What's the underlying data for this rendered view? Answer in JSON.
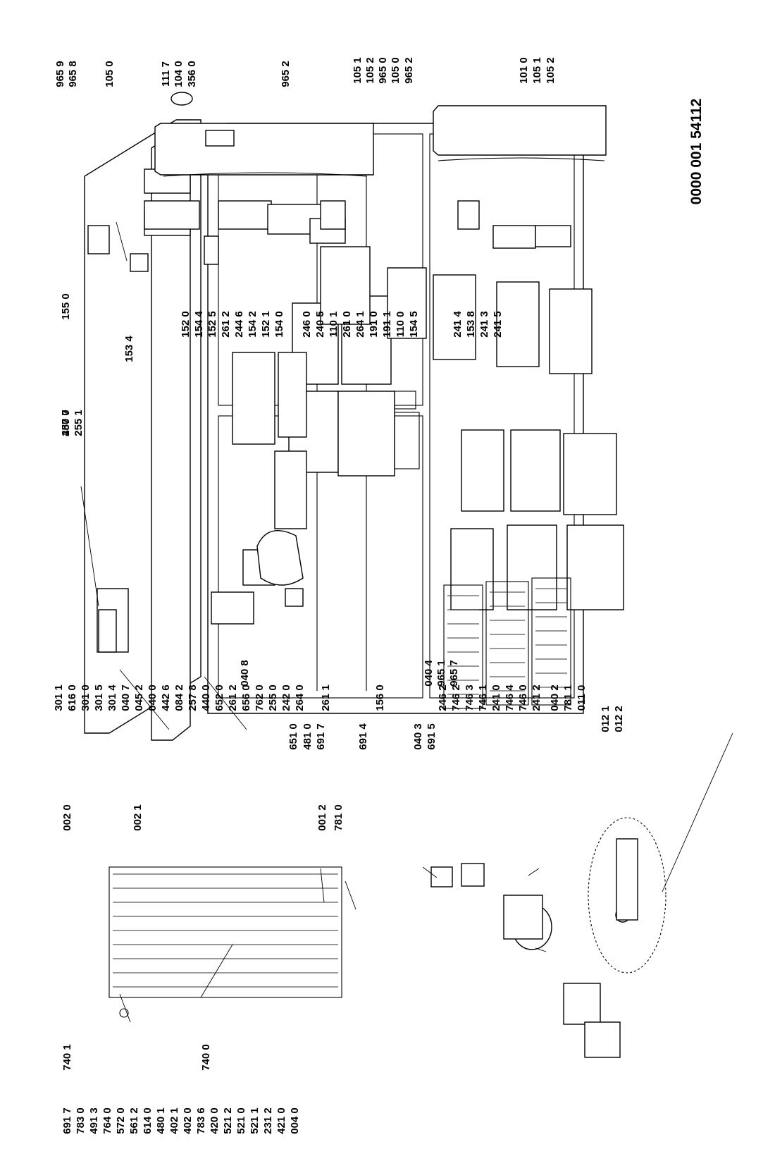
{
  "document_number": "0000 001 54112",
  "part_labels": [
    "740 1",
    "740 0",
    "691 7",
    "783 0",
    "491 3",
    "764 0",
    "572 0",
    "561 2",
    "614 0",
    "480 1",
    "402 1",
    "402 0",
    "783 6",
    "420 0",
    "521 2",
    "521 0",
    "521 1",
    "231 2",
    "421 0",
    "004 0",
    "002 0",
    "002 1",
    "001 2",
    "781 0",
    "040 8",
    "040 4",
    "965 1",
    "965 7",
    "012 1",
    "012 2",
    "480 0",
    "301 1",
    "616 0",
    "301 0",
    "301 5",
    "301 4",
    "040 7",
    "045 2",
    "040 0",
    "442 6",
    "084 2",
    "257 8",
    "440 0",
    "652 0",
    "261 2",
    "656 0",
    "762 0",
    "651 0",
    "481 0",
    "691 7",
    "691 4",
    "040 3",
    "691 5",
    "255 0",
    "242 0",
    "264 0",
    "261 1",
    "156 0",
    "246 2",
    "746 2",
    "746 3",
    "746 1",
    "241 0",
    "746 4",
    "746 0",
    "241 2",
    "040 2",
    "781 1",
    "011 0",
    "155 0",
    "153 4",
    "257 7",
    "255 1",
    "152 0",
    "154 4",
    "152 5",
    "261 2",
    "244 6",
    "154 2",
    "152 1",
    "154 0",
    "246 0",
    "240 5",
    "110 1",
    "261 0",
    "264 1",
    "191 0",
    "191 1",
    "110 0",
    "154 5",
    "241 4",
    "153 8",
    "241 3",
    "241 5",
    "965 9",
    "965 8",
    "105 0",
    "111 7",
    "104 0",
    "356 0",
    "965 2",
    "105 1",
    "105 2",
    "965 0",
    "105 0",
    "965 2",
    "101 0",
    "105 1",
    "105 2"
  ],
  "icons": {
    "pointer": "leader-line",
    "part": "exploded-part-outline"
  }
}
